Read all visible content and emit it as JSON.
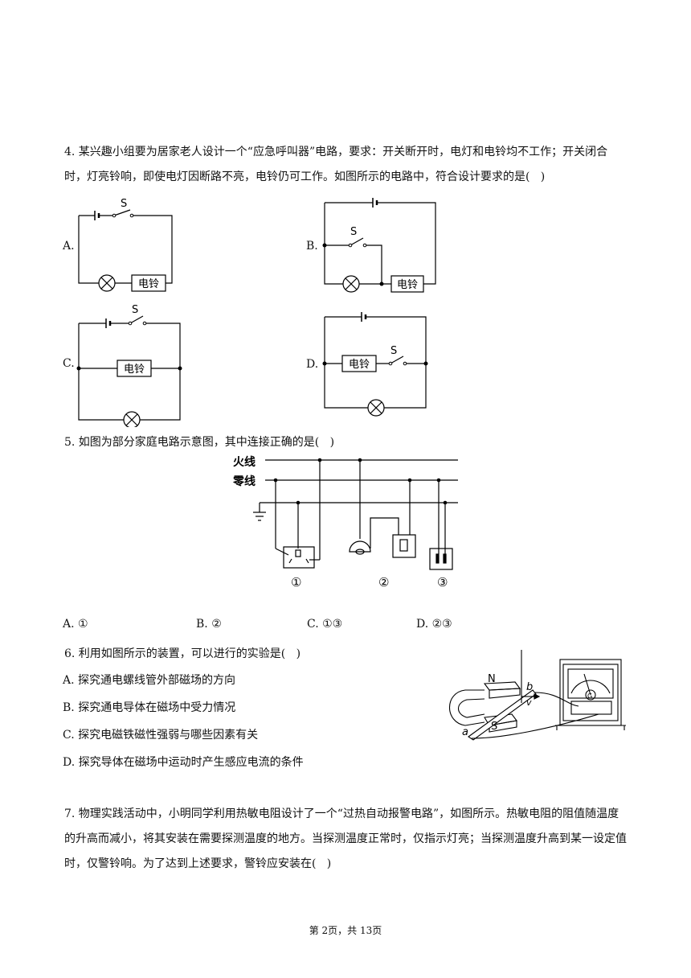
{
  "q4": {
    "text": "4. 某兴趣小组要为居家老人设计一个“应急呼叫器”电路，要求：开关断开时，电灯和电铃均不工作；开关闭合时，灯亮铃响，即使电灯因断路不亮，电铃仍可工作。如图所示的电路中，符合设计要求的是(   )",
    "options": [
      "A.",
      "B.",
      "C.",
      "D."
    ],
    "switch_label": "S",
    "bell_label": "电铃"
  },
  "q5": {
    "text": "5. 如图为部分家庭电路示意图，其中连接正确的是(   )",
    "fire_wire": "火线",
    "neutral_wire": "零线",
    "markers": [
      "①",
      "②",
      "③"
    ],
    "options": [
      "A. ①",
      "B. ②",
      "C. ①③",
      "D. ②③"
    ]
  },
  "q6": {
    "text": "6. 利用如图所示的装置，可以进行的实验是(   )",
    "options": [
      "A. 探究通电螺线管外部磁场的方向",
      "B. 探究通电导体在磁场中受力情况",
      "C. 探究电磁铁磁性强弱与哪些因素有关",
      "D. 探究导体在磁场中运动时产生感应电流的条件"
    ],
    "magnet_n": "N",
    "magnet_s": "S",
    "rod_a": "a",
    "rod_b": "b",
    "arrow_v": "v",
    "meter_g": "G"
  },
  "q7": {
    "text": "7. 物理实践活动中，小明同学利用热敏电阻设计了一个“过热自动报警电路”，如图所示。热敏电阻的阻值随温度的升高而减小，将其安装在需要探测温度的地方。当探测温度正常时，仅指示灯亮；当探测温度升高到某一设定值时，仅警铃响。为了达到上述要求，警铃应安装在(   )"
  },
  "footer": "第 2页，共 13页"
}
